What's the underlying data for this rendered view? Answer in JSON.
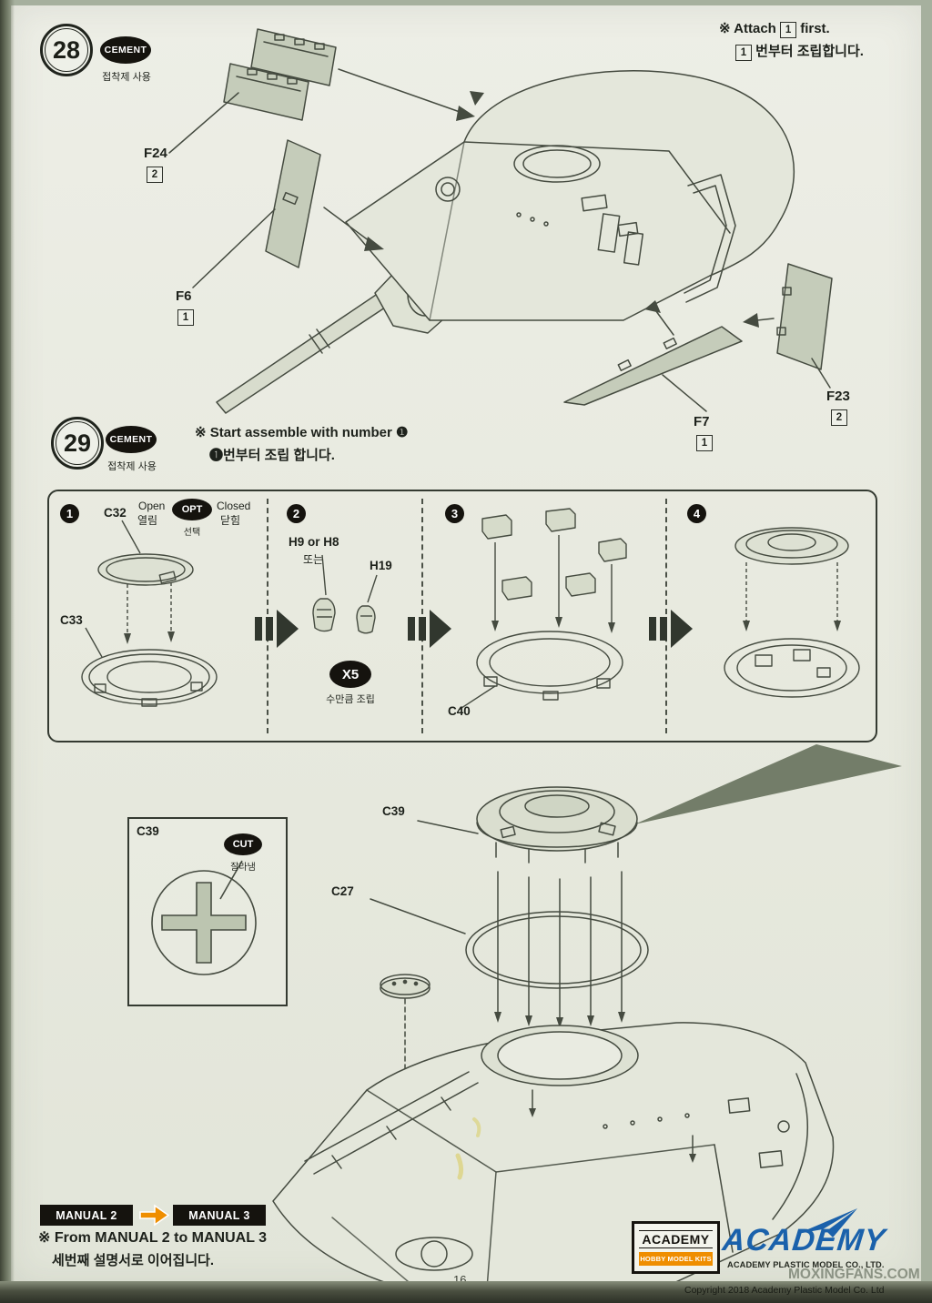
{
  "page": {
    "number": "16",
    "copyright": "Copyright 2018 Academy Plastic Model Co. Ltd",
    "watermark": "MOXINGFANS.COM"
  },
  "colors": {
    "paper": "#e8eadf",
    "margin": "#a6b09e",
    "ink": "#454b40",
    "accent_orange": "#ef8e00",
    "academy_blue": "#1a61ab"
  },
  "step28": {
    "number": "28",
    "cement_label": "CEMENT",
    "cement_sub": "접착제 사용",
    "note_pre": "※ Attach",
    "note_box1": "1",
    "note_post": "first.",
    "note2_box1": "1",
    "note2_text": "번부터 조립합니다.",
    "parts": {
      "f24": {
        "label": "F24",
        "qty": "2"
      },
      "f6": {
        "label": "F6",
        "qty": "1"
      },
      "f7": {
        "label": "F7",
        "qty": "1"
      },
      "f23": {
        "label": "F23",
        "qty": "2"
      }
    }
  },
  "step29": {
    "number": "29",
    "cement_label": "CEMENT",
    "cement_sub": "접착제 사용",
    "note_line1": "※ Start assemble with number ❶",
    "note_line2": "❶번부터 조립 합니다.",
    "sub1": {
      "num": "1",
      "c32": "C32",
      "open_en": "Open",
      "open_ko": "열림",
      "opt_label": "OPT",
      "opt_sub": "선택",
      "closed_en": "Closed",
      "closed_ko": "닫힘",
      "c33": "C33"
    },
    "sub2": {
      "num": "2",
      "part_a": "H9 or H8",
      "or_ko": "또는",
      "part_b": "H19",
      "x5_label": "X5",
      "x5_sub": "수만큼 조립"
    },
    "sub3": {
      "num": "3",
      "c40": "C40"
    },
    "sub4": {
      "num": "4"
    }
  },
  "cutbox": {
    "part": "C39",
    "cut_label": "CUT",
    "cut_sub": "잘라냄"
  },
  "assembly": {
    "c39": "C39",
    "c27": "C27"
  },
  "footer": {
    "manual2": "MANUAL 2",
    "manual3": "MANUAL 3",
    "note_line1": "※ From MANUAL 2 to MANUAL 3",
    "note_line2": "세번째 설명서로 이어집니다.",
    "kit_box_title": "ACADEMY",
    "kit_box_sub": "HOBBY MODEL KITS",
    "logo_text": "ACADEMY",
    "logo_sub": "ACADEMY PLASTIC MODEL CO., LTD."
  }
}
